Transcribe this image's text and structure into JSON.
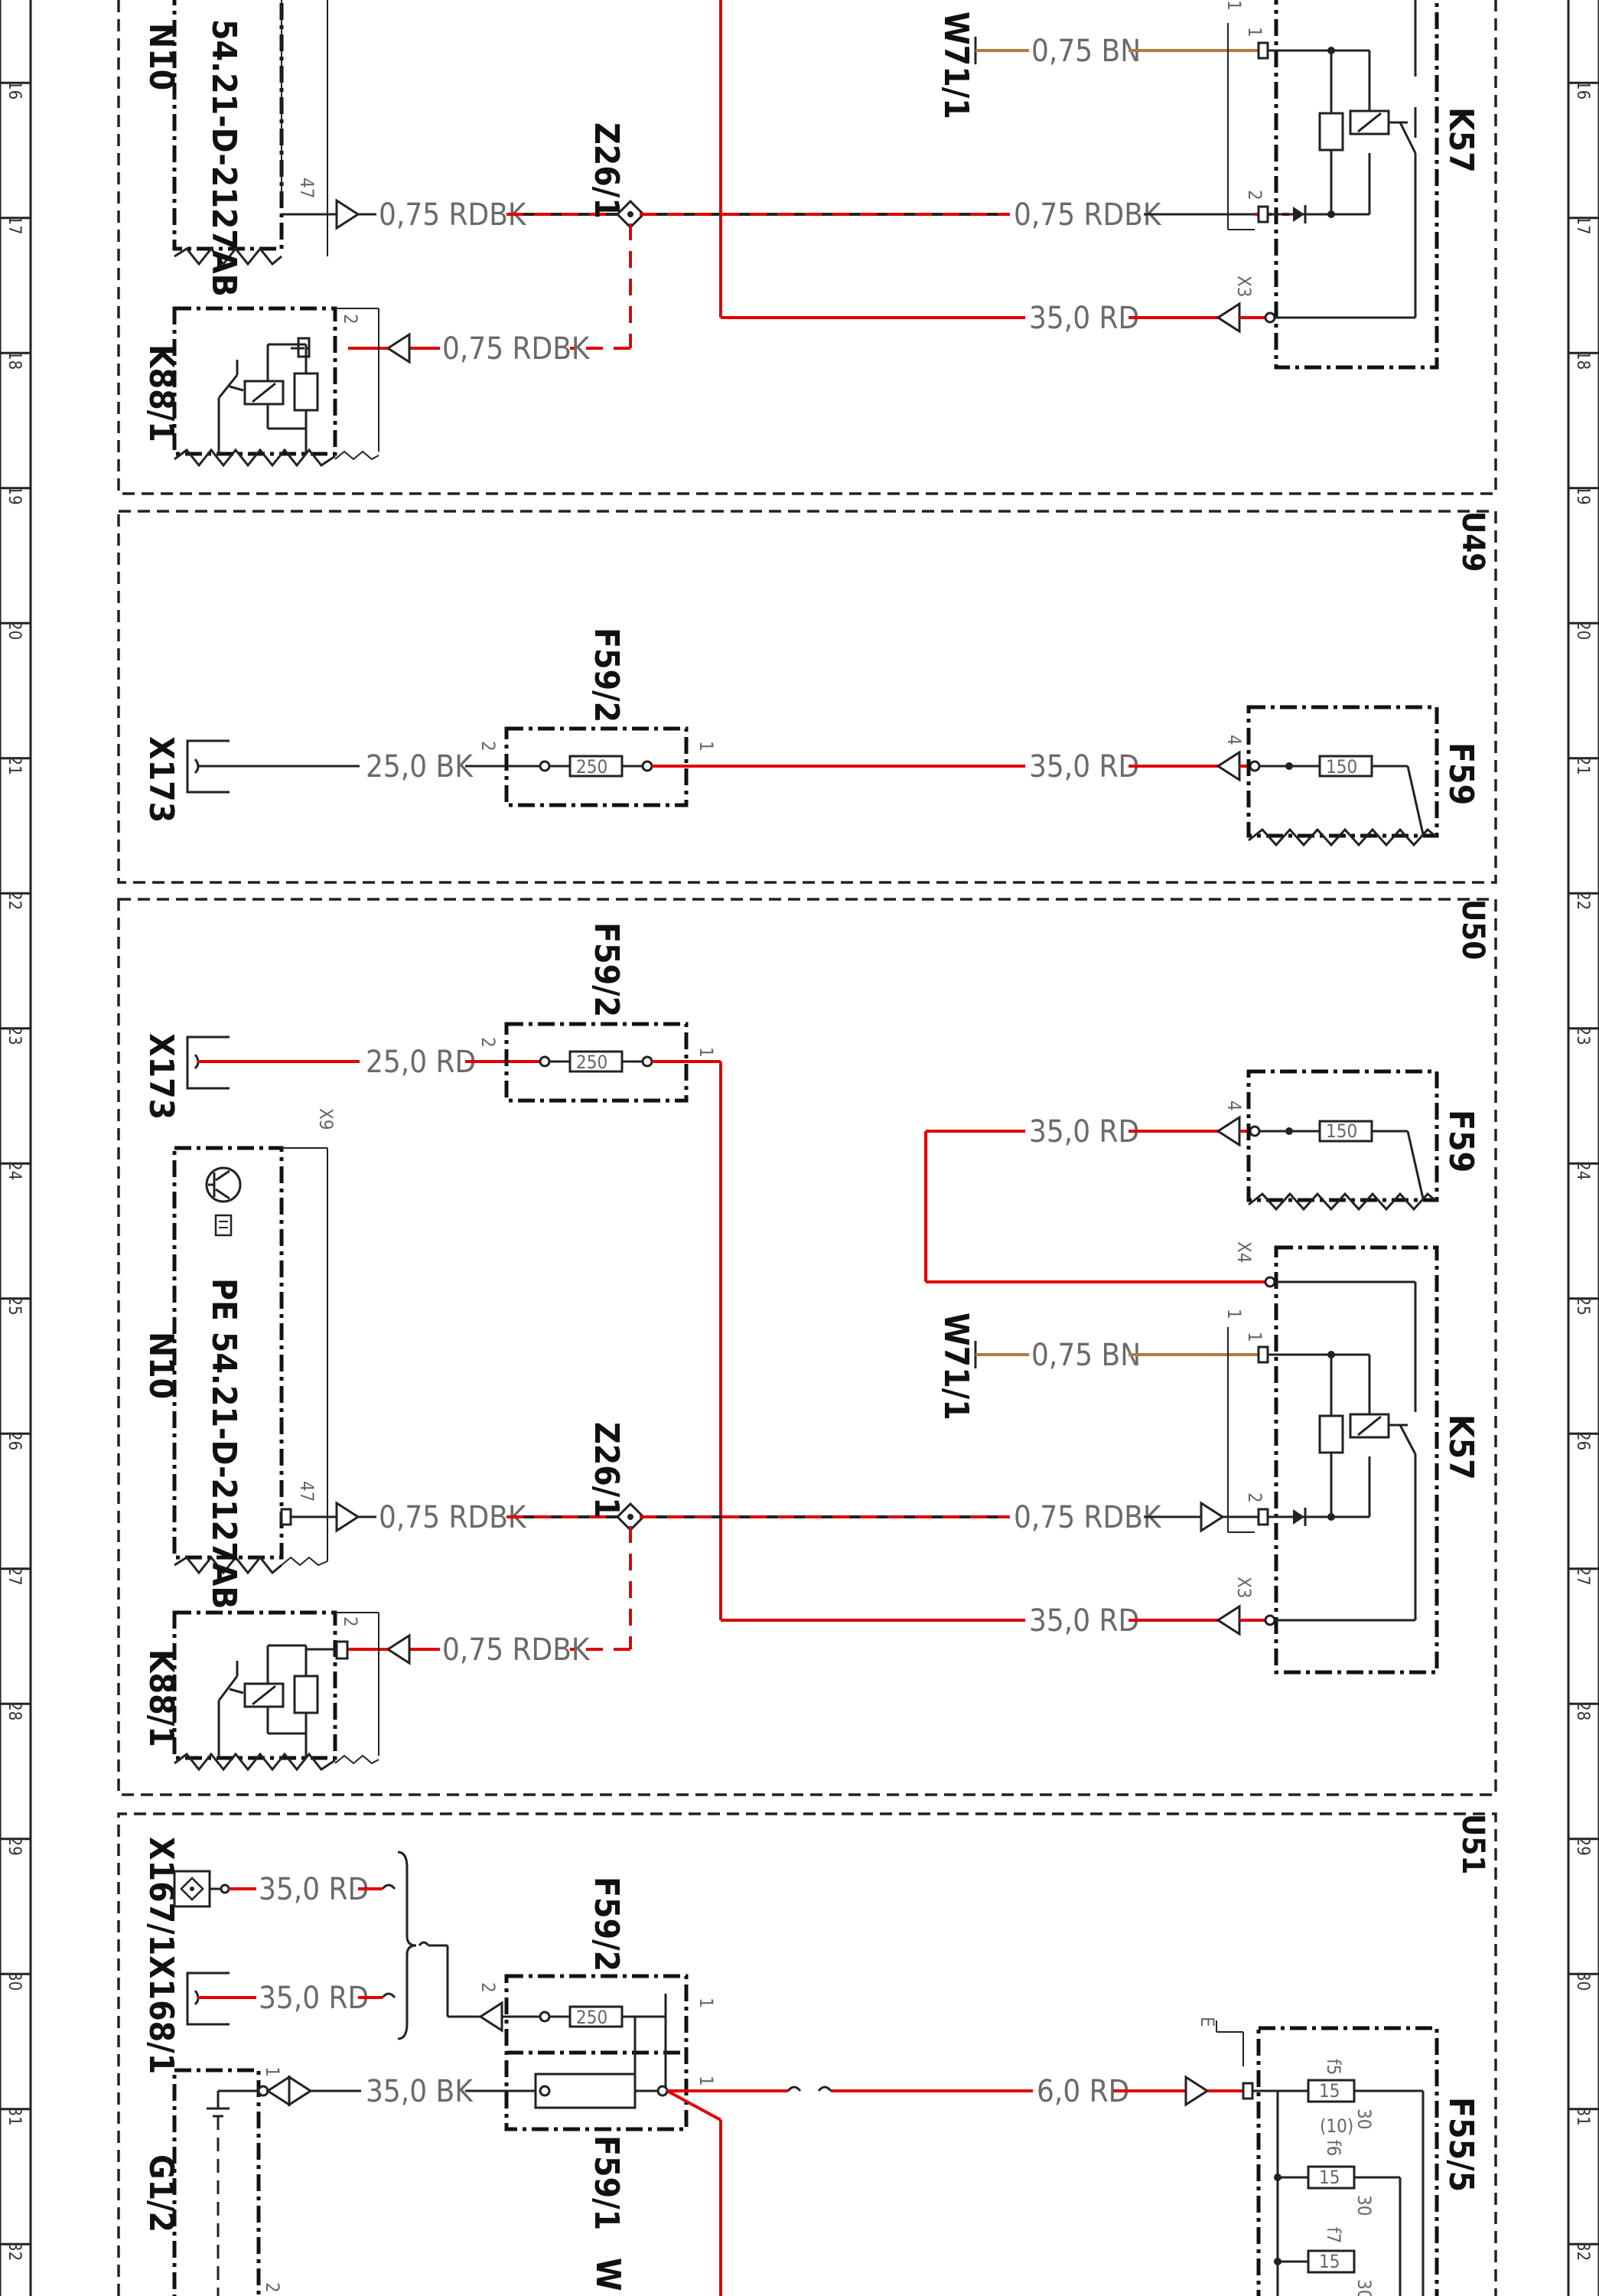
{
  "ruler": {
    "numbers": [
      "16",
      "17",
      "18",
      "19",
      "20",
      "21",
      "22",
      "23",
      "24",
      "25",
      "26",
      "27",
      "28",
      "29",
      "30",
      "31",
      "32"
    ]
  },
  "zones": {
    "u49": "U49",
    "u50": "U50",
    "u51": "U51"
  },
  "components": {
    "n10": "N10",
    "n10_part": "54.21-D-2127AB",
    "n10_part_pe": "PE  54.21-D-2127AB",
    "k88": "K88/1",
    "z26": "Z26/1",
    "w71": "W71/1",
    "k57": "K57",
    "x173": "X173",
    "f59_2": "F59/2",
    "f59": "F59",
    "x167": "X167/1",
    "x168": "X168/1",
    "g1": "G1/2",
    "f59_1": "F59/1",
    "f55": "F55/5"
  },
  "wires": {
    "rdbk_075": "0,75 RDBK",
    "bn_075": "0,75 BN",
    "rd_35": "35,0 RD",
    "bk_25": "25,0 BK",
    "rd_25": "25,0 RD",
    "bk_35": "35,0 BK",
    "rd_6": "6,0 RD"
  },
  "fuses": {
    "f250": "250",
    "f150": "150",
    "f15": "15"
  },
  "pins": {
    "p1": "1",
    "p2": "2",
    "p4": "4",
    "p47": "47",
    "x3": "X3",
    "x4": "X4",
    "x9": "X9",
    "e": "E",
    "f5": "f5",
    "f6": "f6",
    "f7": "f7",
    "p30": "30",
    "p10": "(10)"
  },
  "colors": {
    "rd": "#e00000",
    "bn": "#b27a44",
    "bk": "#222222"
  }
}
